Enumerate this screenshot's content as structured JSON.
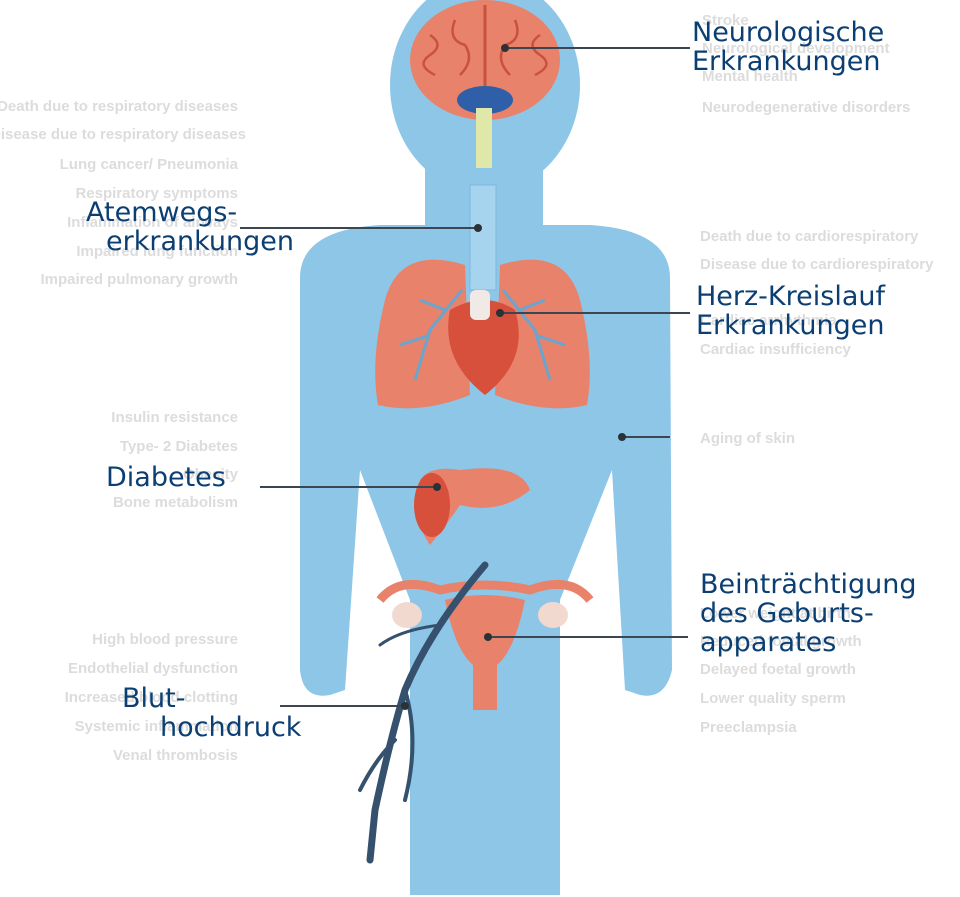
{
  "colors": {
    "body": "#8ec6e8",
    "organ": "#e8826a",
    "organ_dark": "#c9523e",
    "vessel": "#35516e",
    "label": "#0b3f73",
    "faint_text": "#dcdcdc",
    "leader_line": "#3b4650"
  },
  "labels": {
    "neuro": {
      "line1": "Neurologische",
      "line2": "Erkrankungen"
    },
    "atem": {
      "line1": "Atemwegs-",
      "line2": "erkrankungen"
    },
    "herz": {
      "line1": "Herz-Kreislauf",
      "line2": "Erkrankungen"
    },
    "diab": {
      "line1": "Diabetes"
    },
    "geburt": {
      "line1": "Beinträchtigung",
      "line2": "des Geburts-",
      "line3": "apparates"
    },
    "blut": {
      "line1": "Blut-",
      "line2": "hochdruck"
    }
  },
  "background_text": {
    "left_resp": [
      "Death due to respiratory diseases",
      "Disease due to respiratory diseases",
      "Lung cancer/ Pneumonia",
      "Respiratory symptoms",
      "Inflammation of airways",
      "Impaired lung function",
      "Impaired pulmonary growth"
    ],
    "left_metab": [
      "Insulin resistance",
      "Type- 2 Diabetes",
      "Obesity",
      "Bone metabolism"
    ],
    "left_vasc": [
      "High blood pressure",
      "Endothelial dysfunction",
      "Increased blood clotting",
      "Systemic inflammation",
      "Venal thrombosis"
    ],
    "right_neuro": [
      "Stroke",
      "Neurological development",
      "Mental health",
      "Neurodegenerative disorders"
    ],
    "right_cardio": [
      "Death due to cardiorespiratory",
      "Disease due to cardiorespiratory",
      "Cardiac arrhythmia",
      "Cardiac insufficiency"
    ],
    "right_skin": [
      "Aging of skin"
    ],
    "right_repro": [
      "Lower weight at birth",
      "Reduced foetal growth",
      "Delayed foetal growth",
      "Lower quality sperm",
      "Preeclampsia"
    ]
  }
}
